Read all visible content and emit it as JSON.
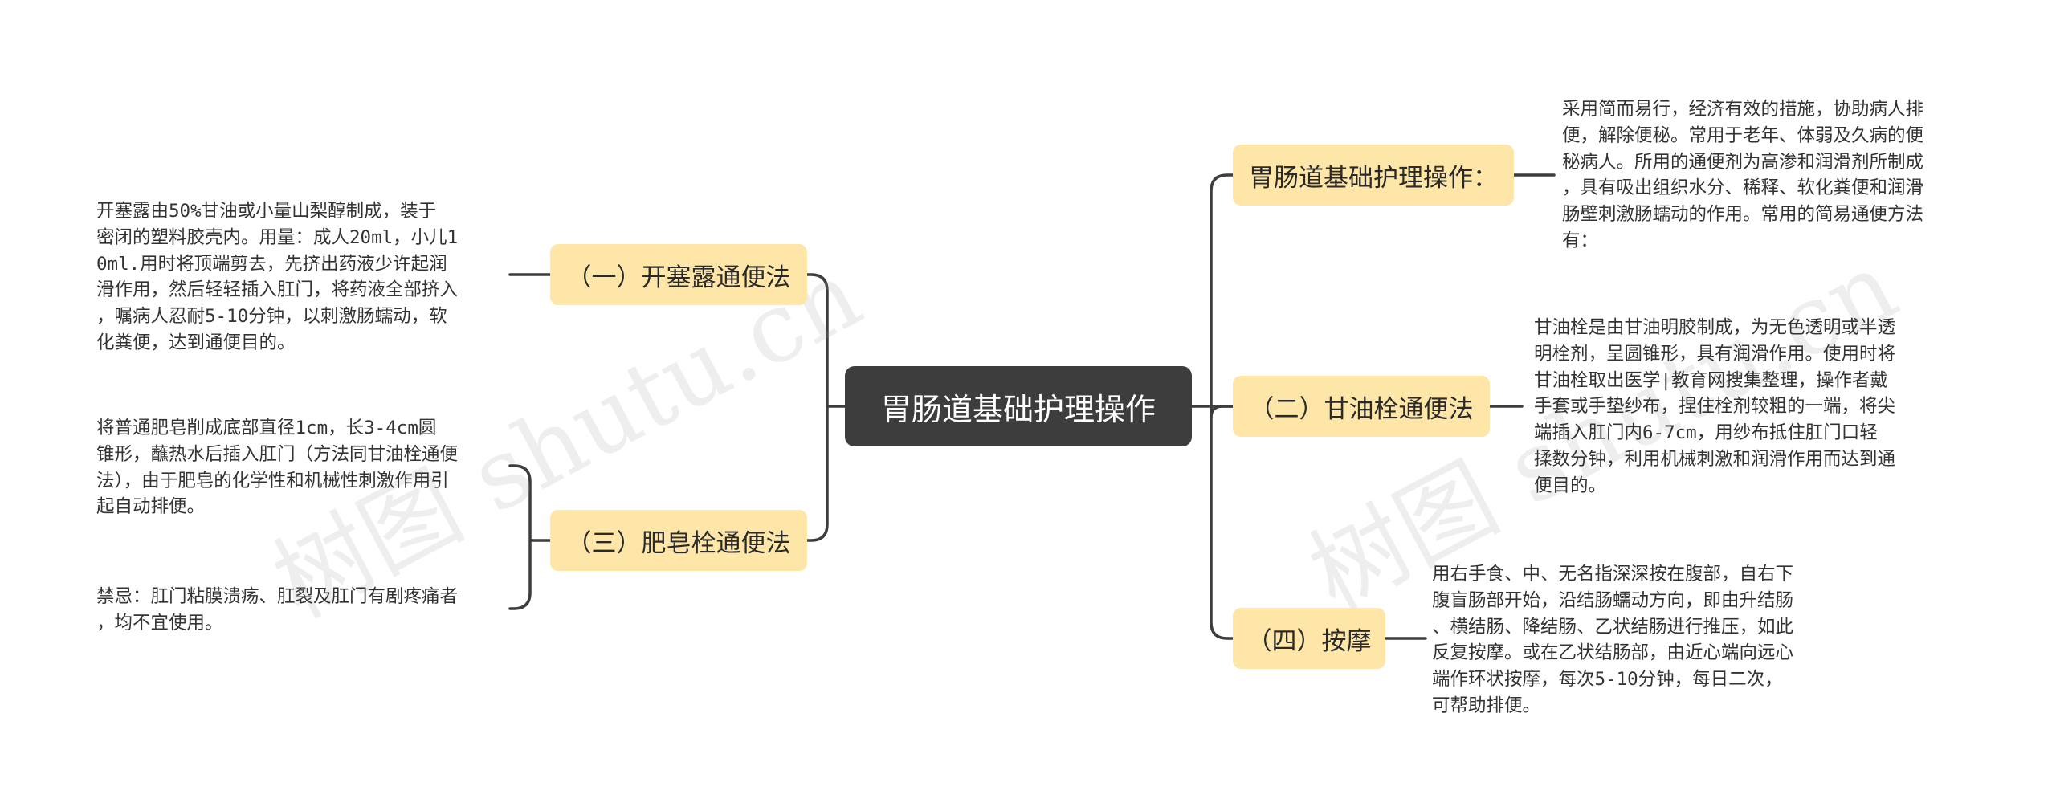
{
  "center": {
    "label": "胃肠道基础护理操作"
  },
  "branches": {
    "intro": {
      "label": "胃肠道基础护理操作：",
      "text": "采用简而易行，经济有效的措施，协助病人排\n便，解除便秘。常用于老年、体弱及久病的便\n秘病人。所用的通便剂为高渗和润滑剂所制成\n，具有吸出组织水分、稀释、软化粪便和润滑\n肠壁刺激肠蠕动的作用。常用的简易通便方法\n有："
    },
    "kaisailu": {
      "label": "（一）开塞露通便法",
      "text": "开塞露由50%甘油或小量山梨醇制成，装于\n密闭的塑料胶壳内。用量：成人20ml，小儿1\n0ml.用时将顶端剪去，先挤出药液少许起润\n滑作用，然后轻轻插入肛门，将药液全部挤入\n，嘱病人忍耐5-10分钟，以刺激肠蠕动，软\n化粪便，达到通便目的。"
    },
    "ganyou": {
      "label": "（二）甘油栓通便法",
      "text": "甘油栓是由甘油明胶制成，为无色透明或半透\n明栓剂，呈圆锥形，具有润滑作用。使用时将\n甘油栓取出医学|教育网搜集整理，操作者戴\n手套或手垫纱布，捏住栓剂较粗的一端，将尖\n端插入肛门内6-7cm，用纱布抵住肛门口轻\n揉数分钟，利用机械刺激和润滑作用而达到通\n便目的。"
    },
    "feizao": {
      "label": "（三）肥皂栓通便法",
      "text1": "将普通肥皂削成底部直径1cm，长3-4cm圆\n锥形，蘸热水后插入肛门（方法同甘油栓通便\n法），由于肥皂的化学性和机械性刺激作用引\n起自动排便。",
      "text2": "禁忌：肛门粘膜溃疡、肛裂及肛门有剧疼痛者\n，均不宜使用。"
    },
    "anmo": {
      "label": "（四）按摩",
      "text": "用右手食、中、无名指深深按在腹部，自右下\n腹盲肠部开始，沿结肠蠕动方向，即由升结肠\n、横结肠、降结肠、乙状结肠进行推压，如此\n反复按摩。或在乙状结肠部，由近心端向远心\n端作环状按摩，每次5-10分钟，每日二次，\n可帮助排便。"
    }
  },
  "watermarks": {
    "w1": "树图 shutu.cn",
    "w2": "树图 shutu.cn"
  },
  "colors": {
    "center_bg": "#3d3d3d",
    "branch_bg": "#fde6a8",
    "line": "#3d3d3d"
  }
}
